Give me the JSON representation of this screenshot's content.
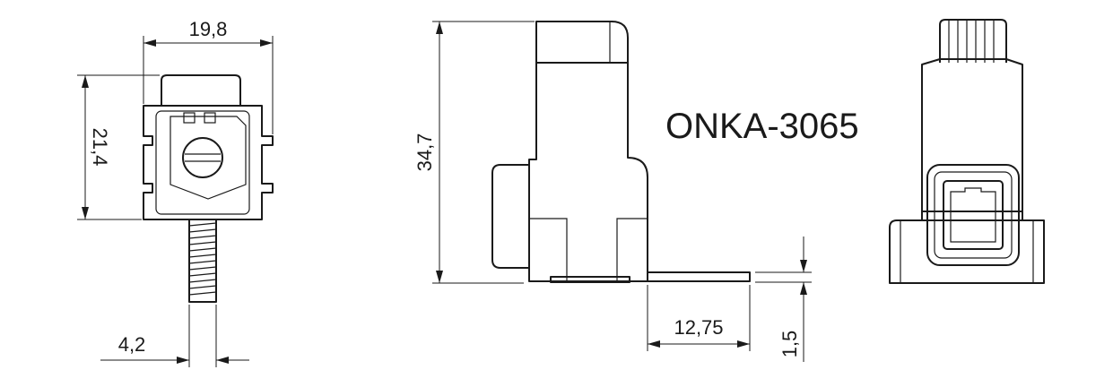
{
  "title": "ONKA-3065",
  "dimensions": {
    "front_width": "19,8",
    "front_height": "21,4",
    "screw_width": "4,2",
    "side_height": "34,7",
    "foot_length": "12,75",
    "foot_thickness": "1,5"
  }
}
